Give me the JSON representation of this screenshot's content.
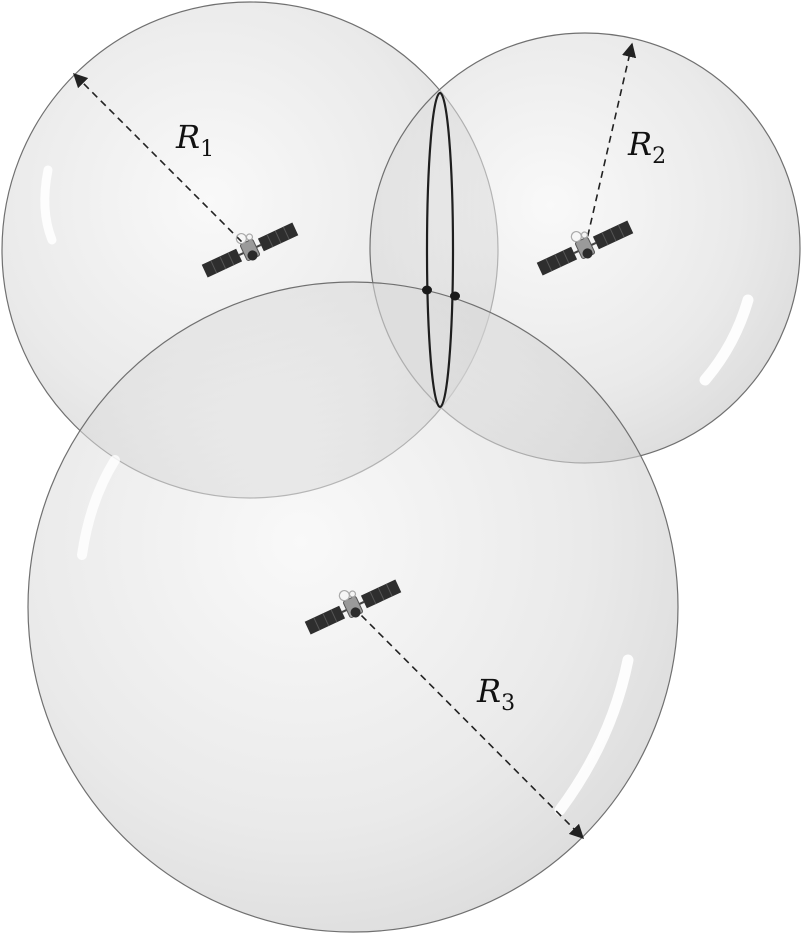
{
  "diagram": {
    "spheres": [
      {
        "id": "sphere-1",
        "radius_label": {
          "symbol": "R",
          "subscript": "1"
        }
      },
      {
        "id": "sphere-2",
        "radius_label": {
          "symbol": "R",
          "subscript": "2"
        }
      },
      {
        "id": "sphere-3",
        "radius_label": {
          "symbol": "R",
          "subscript": "3"
        }
      }
    ],
    "colors": {
      "sphere_fill_light": "#f4f4f4",
      "sphere_fill_dark": "#cdcdcd",
      "sphere_outline": "#707070",
      "radius_line": "#222222",
      "intersection_ring": "#1e1e1e",
      "solar_panel": "#2e2e2e",
      "satellite_body": "#9a9a9a"
    },
    "icons": [
      "satellite-icon",
      "intersection-point-icon"
    ]
  }
}
